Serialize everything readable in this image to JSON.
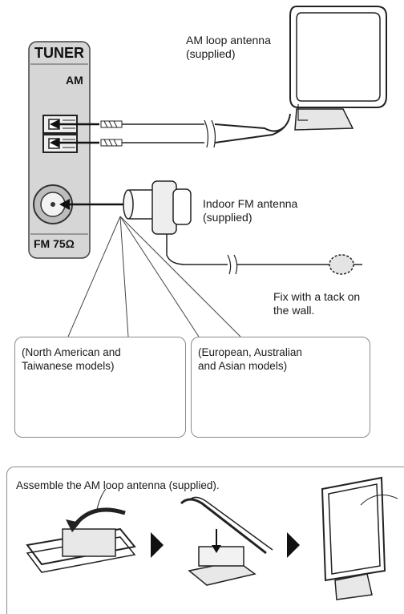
{
  "tuner_panel": {
    "title": "TUNER",
    "am_label": "AM",
    "fm_label": "FM 75Ω"
  },
  "labels": {
    "am_antenna": "AM loop antenna\n(supplied)",
    "fm_antenna": "Indoor FM antenna\n(supplied)",
    "tack_note": "Fix with a tack on\nthe wall."
  },
  "model_boxes": [
    {
      "text": "(North American and\nTaiwanese models)"
    },
    {
      "text": "(European, Australian\nand Asian models)"
    }
  ],
  "assembly": {
    "caption": "Assemble the AM loop antenna (supplied)."
  }
}
